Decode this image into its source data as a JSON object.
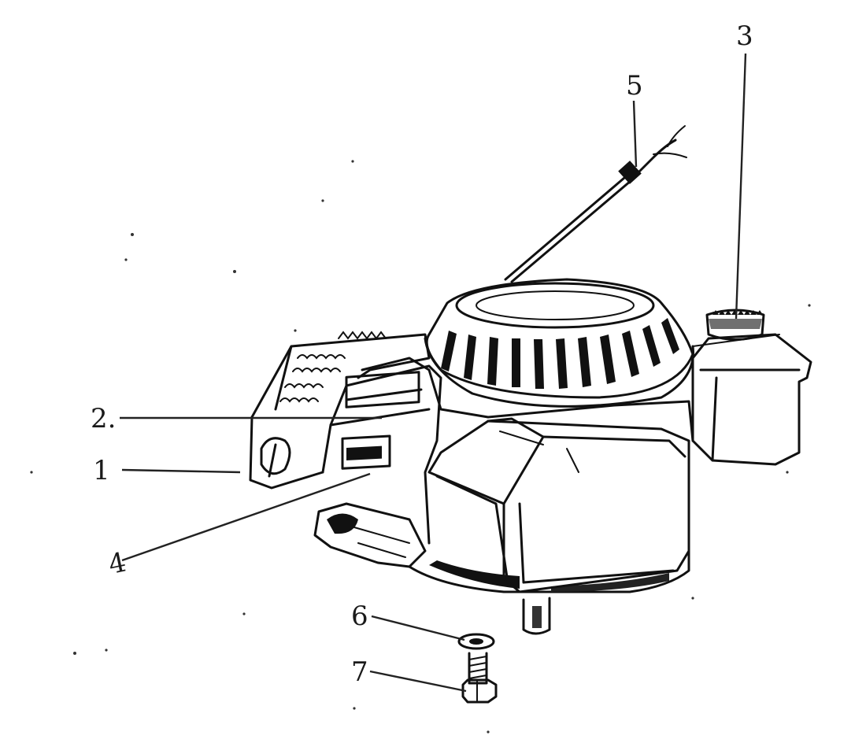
{
  "diagram": {
    "callouts": [
      {
        "id": "1",
        "label": "1"
      },
      {
        "id": "2",
        "label": "2."
      },
      {
        "id": "3",
        "label": "3"
      },
      {
        "id": "4",
        "label": "4"
      },
      {
        "id": "5",
        "label": "5"
      },
      {
        "id": "6",
        "label": "6"
      },
      {
        "id": "7",
        "label": "7"
      }
    ]
  }
}
